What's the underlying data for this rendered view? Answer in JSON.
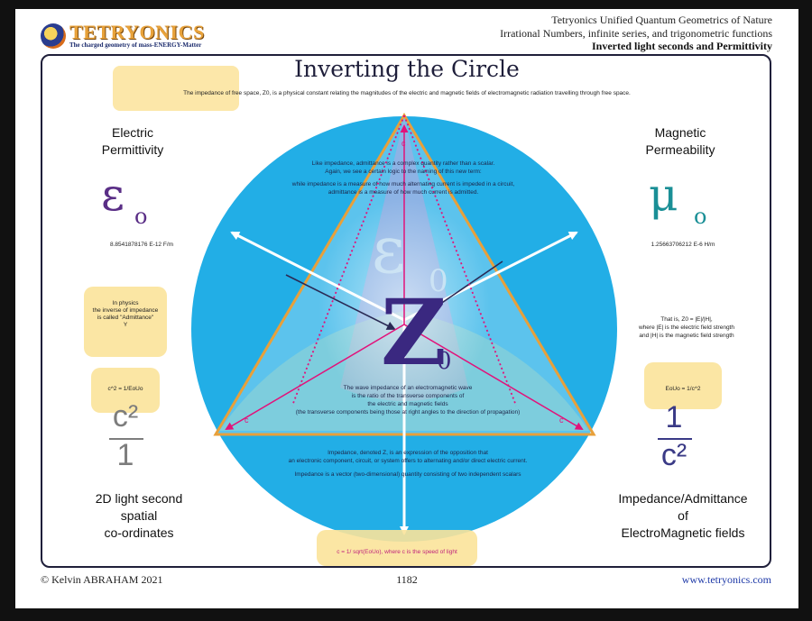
{
  "header": {
    "logo_text": "TETRYONICS",
    "logo_tagline": "The charged geometry of mass-ENERGY-Matter",
    "line1": "Tetryonics Unified Quantum Geometrics of Nature",
    "line2": "Irrational Numbers, infinite series, and trigonometric functions",
    "line3": "Inverted light seconds and Permittivity"
  },
  "title": "Inverting the Circle",
  "intro": "The impedance of free space, Z0, is a physical constant relating the magnitudes of the electric and magnetic fields of electromagnetic radiation travelling through free space.",
  "left": {
    "title_line1": "Electric",
    "title_line2": "Permittivity",
    "symbol": "ε",
    "symbol_sub": "o",
    "value": "8.8541878176 E-12 F/m",
    "physics_line1": "In physics",
    "physics_line2": "the inverse of impedance",
    "physics_line3": "is called \"Admittance\"",
    "physics_line4": "Y",
    "c2_eq": "c^2 = 1/EoUo",
    "frac_num": "c²",
    "frac_den": "1",
    "label_line1": "2D light second",
    "label_line2": "spatial",
    "label_line3": "co-ordinates"
  },
  "right": {
    "title_line1": "Magnetic",
    "title_line2": "Permeability",
    "symbol": "μ",
    "symbol_sub": "o",
    "value": "1.25663706212 E-6 H/m",
    "z_line1": "That is, Z0 = |E|/|H|,",
    "z_line2": "where |E| is the electric field strength",
    "z_line3": "and |H| is the magnetic field strength",
    "eouo_eq": "EoUo = 1/c^2",
    "frac_num": "1",
    "frac_den": "c²",
    "label_line1": "Impedance/Admittance",
    "label_line2": "of",
    "label_line3": "ElectroMagnetic fields"
  },
  "center": {
    "admit_line1": "Like impedance, admittance is a complex quantity rather than a scalar.",
    "admit_line2": "Again, we see a certain logic to the naming of this new term:",
    "admit_line3": "while impedance is a measure of how much alternating current is impeded in a circuit,",
    "admit_line4": "admittance is a measure of how much current is admitted.",
    "eps_symbol": "ε",
    "eps_sub": "0",
    "z_symbol": "Z",
    "z_sub": "0",
    "wave_line1": "The wave impedance of an electromagnetic wave",
    "wave_line2": "is the ratio of the transverse components of",
    "wave_line3": "the electric and magnetic fields",
    "wave_line4": "(the transverse components being those at right angles to the direction of propagation)",
    "imp_line1": "Impedance, denoted Z, is an expression of the opposition that",
    "imp_line2": "an electronic component, circuit, or system offers to alternating and/or direct electric current.",
    "imp_line3": "Impedance is a vector (two-dimensional) quantity consisting of two independent scalars",
    "c_label": "c"
  },
  "speed_eq": "c = 1/ sqrt(EoUo), where c is the speed of light",
  "footer": {
    "copyright": "© Kelvin ABRAHAM 2021",
    "page_number": "1182",
    "website": "www.tetryonics.com"
  },
  "colors": {
    "circle": "#22aee6",
    "triangle_edge": "#e8a03a",
    "magenta": "#e2127a",
    "purple": "#3a2880",
    "teal": "#1a8f96",
    "highlight": "#fbe39a"
  }
}
